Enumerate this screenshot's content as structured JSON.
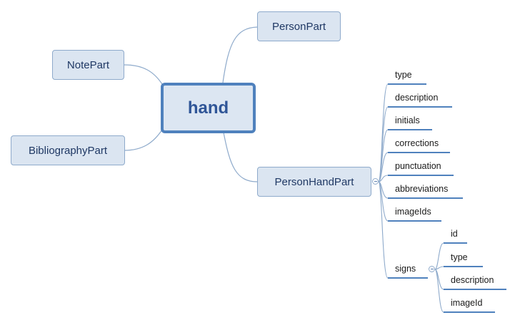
{
  "root": {
    "label": "hand"
  },
  "topics": {
    "person_part": "PersonPart",
    "note_part": "NotePart",
    "bibliography_part": "BibliographyPart",
    "person_hand_part": "PersonHandPart"
  },
  "person_hand_children": [
    "type",
    "description",
    "initials",
    "corrections",
    "punctuation",
    "abbreviations",
    "imageIds",
    "signs"
  ],
  "signs_children": [
    "id",
    "type",
    "description",
    "imageId"
  ],
  "colors": {
    "line": "#4f81bd",
    "connector": "#8eaacb",
    "box_fill": "#dbe5f1",
    "text": "#1f3864"
  }
}
